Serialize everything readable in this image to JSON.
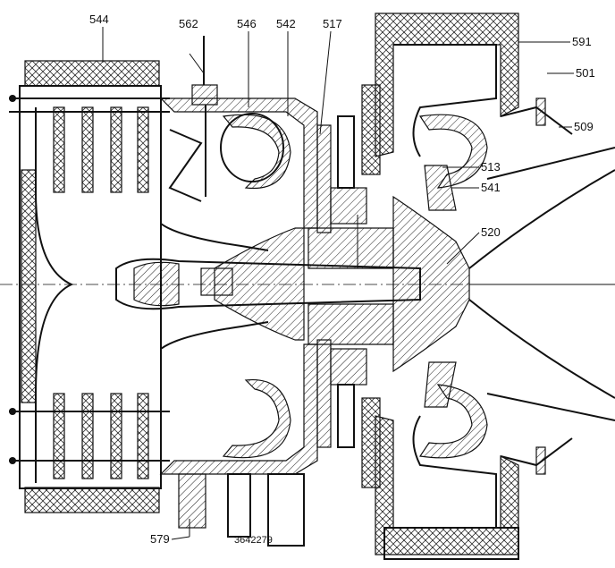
{
  "drawing": {
    "callouts": {
      "c544": "544",
      "c562": "562",
      "c546": "546",
      "c542": "542",
      "c517": "517",
      "c591": "591",
      "c501": "501",
      "c509": "509",
      "c513": "513",
      "c541": "541",
      "c520": "520",
      "c579": "579"
    },
    "drawing_number": "3642279"
  }
}
